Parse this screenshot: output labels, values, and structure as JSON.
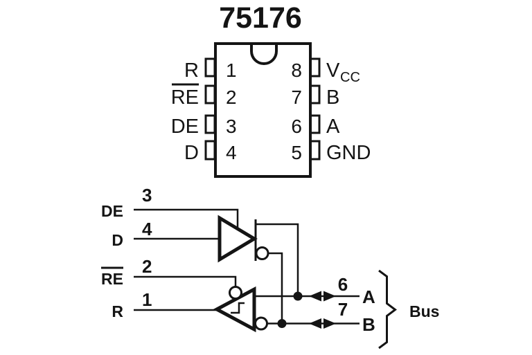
{
  "title": "75176",
  "colors": {
    "ink": "#141414",
    "background": "#ffffff"
  },
  "package": {
    "left_pins": [
      {
        "number": "1",
        "label": "R",
        "overline": false
      },
      {
        "number": "2",
        "label": "RE",
        "overline": true
      },
      {
        "number": "3",
        "label": "DE",
        "overline": false
      },
      {
        "number": "4",
        "label": "D",
        "overline": false
      }
    ],
    "right_pins": [
      {
        "number": "8",
        "label_main": "V",
        "label_sub": "CC"
      },
      {
        "number": "7",
        "label": "B"
      },
      {
        "number": "6",
        "label": "A"
      },
      {
        "number": "5",
        "label": "GND"
      }
    ]
  },
  "logic": {
    "driver": {
      "enable_pin": "3",
      "enable_label": "DE",
      "input_pin": "4",
      "input_label": "D"
    },
    "receiver": {
      "enable_pin": "2",
      "enable_label": "RE",
      "overline": true,
      "output_pin": "1",
      "output_label": "R"
    },
    "bus": {
      "a": {
        "pin": "6",
        "label": "A"
      },
      "b": {
        "pin": "7",
        "label": "B"
      },
      "label": "Bus"
    }
  }
}
